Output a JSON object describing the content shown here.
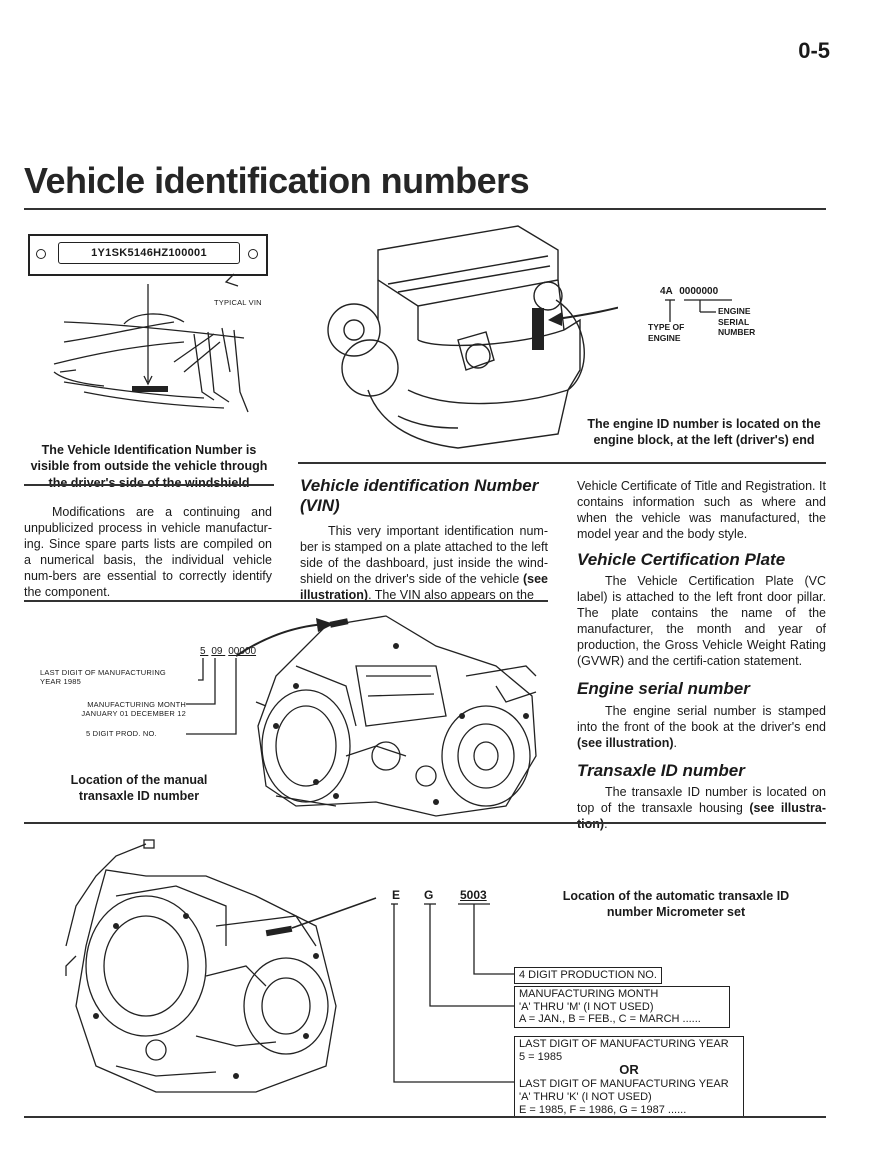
{
  "page_number": "0-5",
  "title": "Vehicle identification numbers",
  "vin_figure": {
    "vin_value": "1Y1SK5146HZ100001",
    "label": "TYPICAL VIN",
    "caption": "The Vehicle Identification Number is visible from outside the vehicle through the driver's side of the windshield"
  },
  "engine_figure": {
    "code_prefix": "4A",
    "code_serial": "0000000",
    "label_type": "TYPE OF ENGINE",
    "label_serial": "ENGINE SERIAL NUMBER",
    "caption": "The engine ID number is located on the engine block, at the left (driver's) end"
  },
  "intro": "Modifications are a continuing and unpublicized process in vehicle manufactur-ing. Since spare parts lists are compiled on a numerical basis, the individual vehicle num-bers are essential to correctly identify the component.",
  "vin_section": {
    "heading": "Vehicle identification Number (VIN)",
    "text_pre": "This very important identification num-ber is stamped on a plate attached to the left side of the dashboard, just inside the wind-shield on the driver's side of the vehicle ",
    "text_bold": "(see illustration)",
    "text_post": ". The VIN also appears on the"
  },
  "col3_continuation": "Vehicle Certificate of Title and Registration. It contains information such as where and when the vehicle was manufactured, the model year and the body style.",
  "vc_plate": {
    "heading": "Vehicle Certification Plate",
    "text": "The Vehicle Certification Plate (VC label) is attached to the left front door pillar. The plate contains the name of the manufacturer, the month and year of production, the Gross Vehicle Weight Rating (GVWR) and the certifi-cation statement."
  },
  "engine_serial": {
    "heading": "Engine serial number",
    "text_pre": "The engine serial number is stamped into the front of the book at the driver's end ",
    "text_bold": "(see illustration)",
    "text_post": "."
  },
  "transaxle_id": {
    "heading": "Transaxle ID number",
    "text_pre": "The transaxle ID number is located on top of the transaxle housing ",
    "text_bold": "(see illustra-tion)",
    "text_post": "."
  },
  "manual_figure": {
    "code_5": "5",
    "code_09": "09",
    "code_00000": "00000",
    "label_year_1": "LAST DIGIT OF MANUFACTURING",
    "label_year_2": "YEAR 1985",
    "label_month_1": "MANUFACTURING MONTH",
    "label_month_2": "JANUARY 01   DECEMBER 12",
    "label_prod": "5 DIGIT PROD. NO.",
    "caption": "Location of the manual transaxle ID number"
  },
  "auto_figure": {
    "code_e": "E",
    "code_g": "G",
    "code_num": "5003",
    "caption": "Location of the automatic transaxle ID number Micrometer set",
    "box_production": "4 DIGIT PRODUCTION NO.",
    "box_month_1": "MANUFACTURING MONTH",
    "box_month_2": "'A' THRU 'M' (I NOT USED)",
    "box_month_3": "A = JAN., B = FEB., C = MARCH ......",
    "box_year_1": "LAST DIGIT OF MANUFACTURING YEAR",
    "box_year_2": "5 = 1985",
    "box_year_or": "OR",
    "box_year_3": "LAST DIGIT OF MANUFACTURING YEAR",
    "box_year_4": "'A' THRU 'K' (I NOT USED)",
    "box_year_5": "E = 1985, F = 1986, G = 1987 ......"
  }
}
